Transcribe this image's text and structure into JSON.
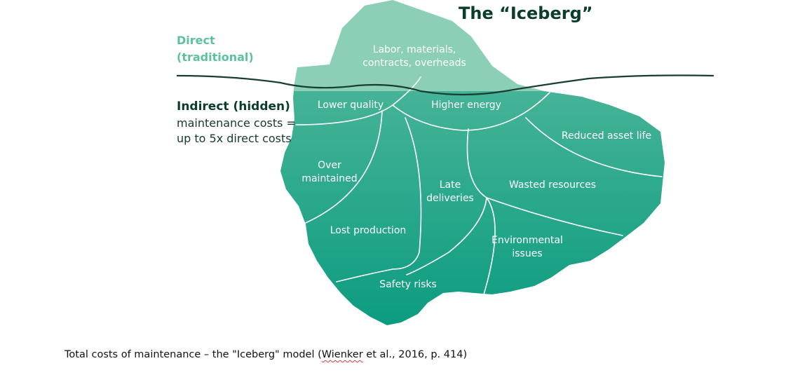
{
  "title": "The “Iceberg”",
  "direct": {
    "line1": "Direct",
    "line2": "(traditional)"
  },
  "indirect": {
    "heading": "Indirect (hidden)",
    "line1": "maintenance costs =",
    "line2": "up to 5x direct costs"
  },
  "segments": {
    "labor": [
      "Labor, materials,",
      "contracts, overheads"
    ],
    "lower_quality": "Lower quality",
    "higher_energy": "Higher energy",
    "reduced_asset_life": "Reduced asset life",
    "over_maintained": [
      "Over",
      "maintained"
    ],
    "late_deliveries": [
      "Late",
      "deliveries"
    ],
    "wasted_resources": "Wasted resources",
    "lost_production": "Lost production",
    "environmental_issues": [
      "Environmental",
      "issues"
    ],
    "safety_risks": "Safety risks"
  },
  "caption": {
    "before": "Total costs of maintenance – the \"Iceberg\" model (",
    "name": "Wienker",
    "after": " et al., 2016, p. 414)"
  },
  "colors": {
    "above_water": "#8acfb6",
    "below_top": "#56b79a",
    "below_bottom": "#0e9e82",
    "dark_text": "#0b3d2c",
    "accent_text": "#5cc29e"
  }
}
